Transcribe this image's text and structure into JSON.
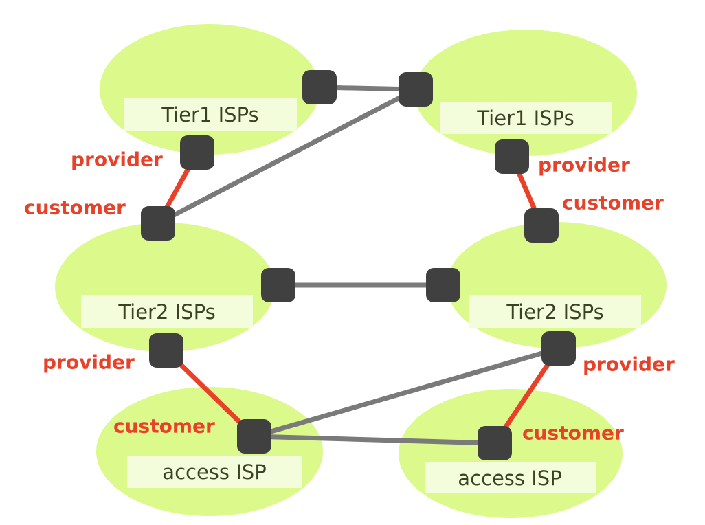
{
  "colors": {
    "cloud": "#dcf98c",
    "label_box": "#f3fddc",
    "node": "#404040",
    "peer_link": "#7a7a7a",
    "customer_provider_link": "#e8412a",
    "role_text": "#e8412a"
  },
  "clouds": [
    {
      "label": "Tier1 ISPs"
    },
    {
      "label": "Tier1 ISPs"
    },
    {
      "label": "Tier2 ISPs"
    },
    {
      "label": "Tier2 ISPs"
    },
    {
      "label": "access ISP"
    },
    {
      "label": "access ISP"
    }
  ],
  "roles": [
    "provider",
    "customer",
    "provider",
    "customer",
    "provider",
    "customer",
    "provider",
    "customer"
  ]
}
